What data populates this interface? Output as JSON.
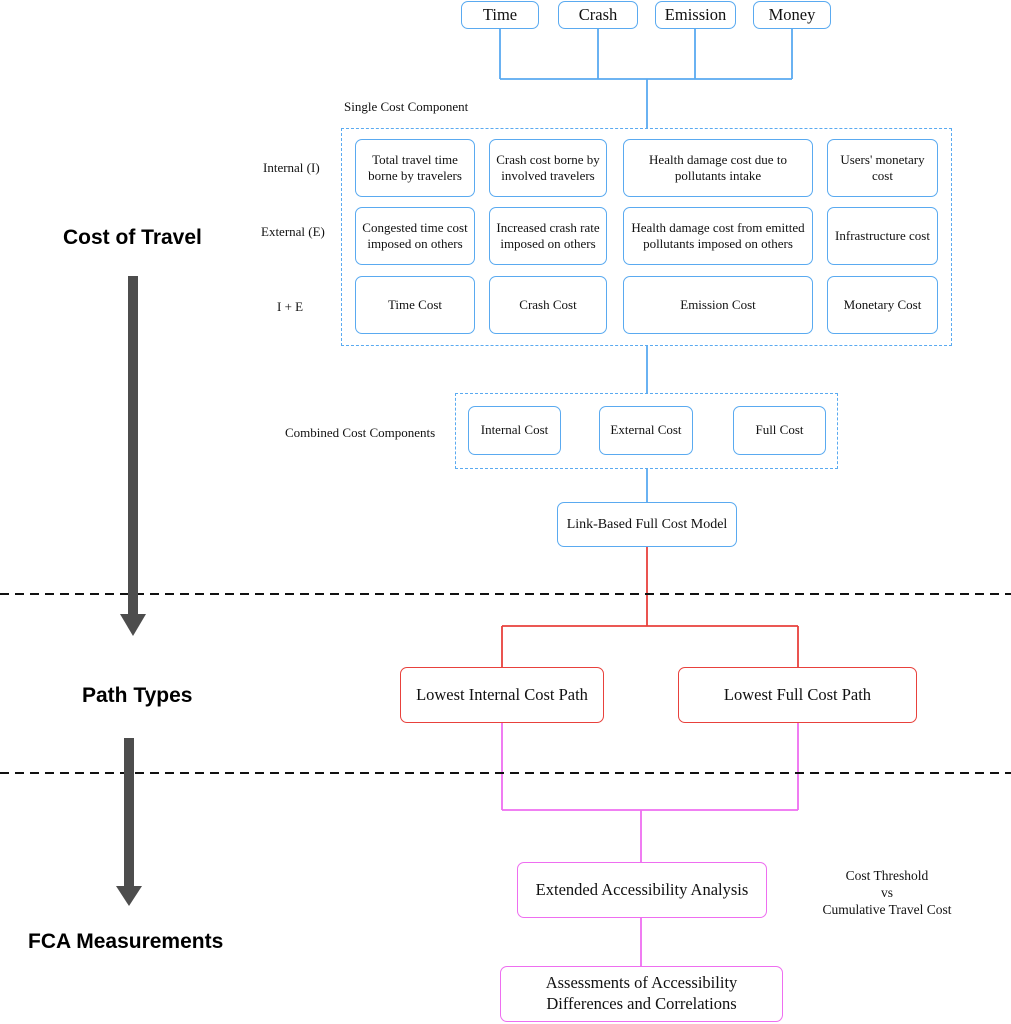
{
  "sections": {
    "cost_of_travel": "Cost of Travel",
    "path_types": "Path Types",
    "fca_measurements": "FCA Measurements"
  },
  "top_factors": [
    "Time",
    "Crash",
    "Emission",
    "Money"
  ],
  "single_cost": {
    "title": "Single Cost Component",
    "row_labels": [
      "Internal (I)",
      "External (E)",
      "I + E"
    ],
    "internal": [
      "Total travel time borne by travelers",
      "Crash cost borne by involved travelers",
      "Health damage cost due to pollutants intake",
      "Users' monetary cost"
    ],
    "external": [
      "Congested time cost imposed on others",
      "Increased crash rate imposed on others",
      "Health damage cost from emitted pollutants imposed on others",
      "Infrastructure cost"
    ],
    "combined": [
      "Time Cost",
      "Crash Cost",
      "Emission Cost",
      "Monetary Cost"
    ]
  },
  "combined_cost": {
    "title": "Combined Cost Components",
    "items": [
      "Internal Cost",
      "External Cost",
      "Full Cost"
    ]
  },
  "link_model": "Link-Based Full Cost Model",
  "paths": [
    "Lowest Internal Cost Path",
    "Lowest Full Cost Path"
  ],
  "accessibility": {
    "analysis": "Extended Accessibility Analysis",
    "assessment": "Assessments of Accessibility Differences and Correlations",
    "note_lines": [
      "Cost Threshold",
      "vs",
      "Cumulative Travel Cost"
    ]
  },
  "colors": {
    "blue": "#5aaaf0",
    "red": "#e8413c",
    "pink": "#ee6ef0",
    "arrow": "#4d4d4d"
  }
}
